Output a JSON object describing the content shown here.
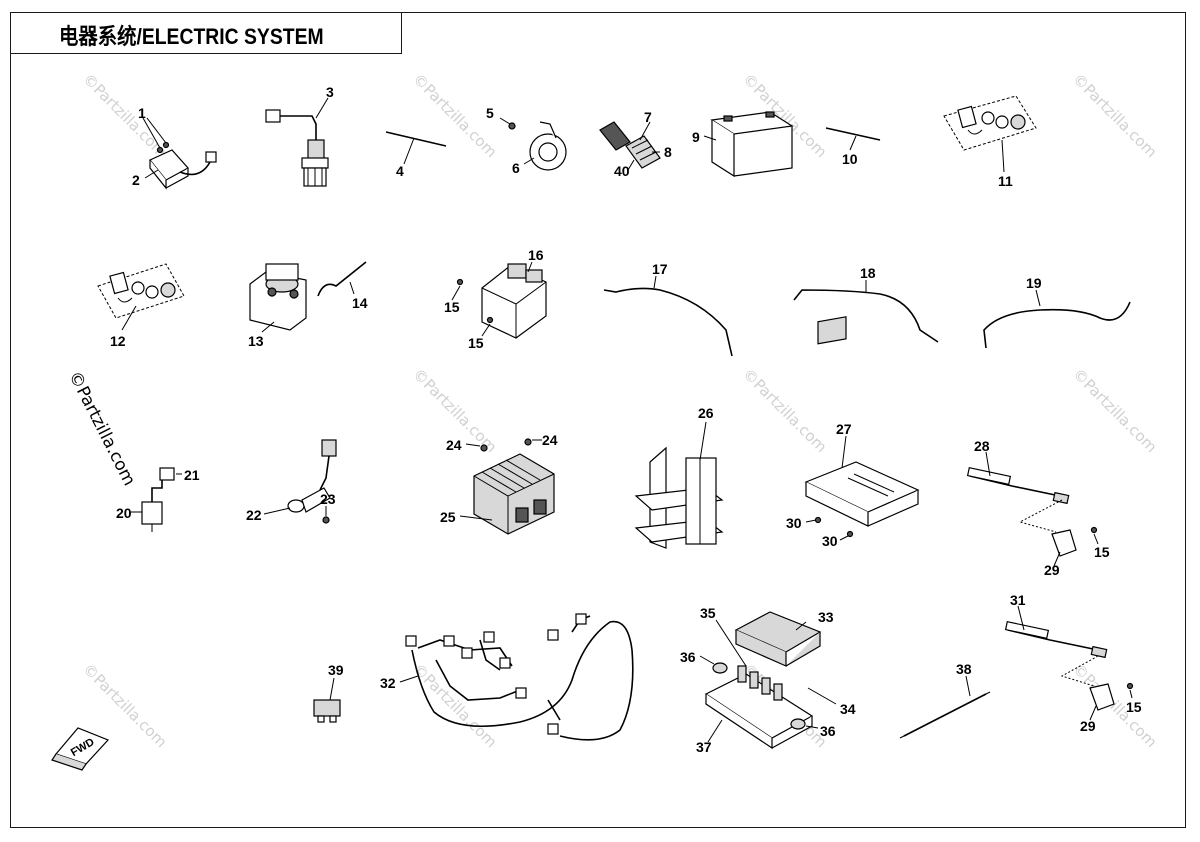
{
  "title": "电器系统/ELECTRIC SYSTEM",
  "watermark_text": "©Partzilla.com",
  "fwd_label": "FWD",
  "callouts": [
    {
      "id": "c1",
      "label": "1"
    },
    {
      "id": "c2",
      "label": "2"
    },
    {
      "id": "c3",
      "label": "3"
    },
    {
      "id": "c4",
      "label": "4"
    },
    {
      "id": "c5",
      "label": "5"
    },
    {
      "id": "c6",
      "label": "6"
    },
    {
      "id": "c7",
      "label": "7"
    },
    {
      "id": "c8",
      "label": "8"
    },
    {
      "id": "c40",
      "label": "40"
    },
    {
      "id": "c9",
      "label": "9"
    },
    {
      "id": "c10",
      "label": "10"
    },
    {
      "id": "c11",
      "label": "11"
    },
    {
      "id": "c12",
      "label": "12"
    },
    {
      "id": "c13",
      "label": "13"
    },
    {
      "id": "c14",
      "label": "14"
    },
    {
      "id": "c15a",
      "label": "15"
    },
    {
      "id": "c15b",
      "label": "15"
    },
    {
      "id": "c16",
      "label": "16"
    },
    {
      "id": "c17",
      "label": "17"
    },
    {
      "id": "c18",
      "label": "18"
    },
    {
      "id": "c19",
      "label": "19"
    },
    {
      "id": "c20",
      "label": "20"
    },
    {
      "id": "c21",
      "label": "21"
    },
    {
      "id": "c22",
      "label": "22"
    },
    {
      "id": "c23",
      "label": "23"
    },
    {
      "id": "c24a",
      "label": "24"
    },
    {
      "id": "c24b",
      "label": "24"
    },
    {
      "id": "c25",
      "label": "25"
    },
    {
      "id": "c26",
      "label": "26"
    },
    {
      "id": "c27",
      "label": "27"
    },
    {
      "id": "c30a",
      "label": "30"
    },
    {
      "id": "c30b",
      "label": "30"
    },
    {
      "id": "c28",
      "label": "28"
    },
    {
      "id": "c29a",
      "label": "29"
    },
    {
      "id": "c15c",
      "label": "15"
    },
    {
      "id": "c31",
      "label": "31"
    },
    {
      "id": "c29b",
      "label": "29"
    },
    {
      "id": "c15d",
      "label": "15"
    },
    {
      "id": "c32",
      "label": "32"
    },
    {
      "id": "c33",
      "label": "33"
    },
    {
      "id": "c34",
      "label": "34"
    },
    {
      "id": "c35",
      "label": "35"
    },
    {
      "id": "c36a",
      "label": "36"
    },
    {
      "id": "c36b",
      "label": "36"
    },
    {
      "id": "c37",
      "label": "37"
    },
    {
      "id": "c38",
      "label": "38"
    },
    {
      "id": "c39",
      "label": "39"
    }
  ]
}
